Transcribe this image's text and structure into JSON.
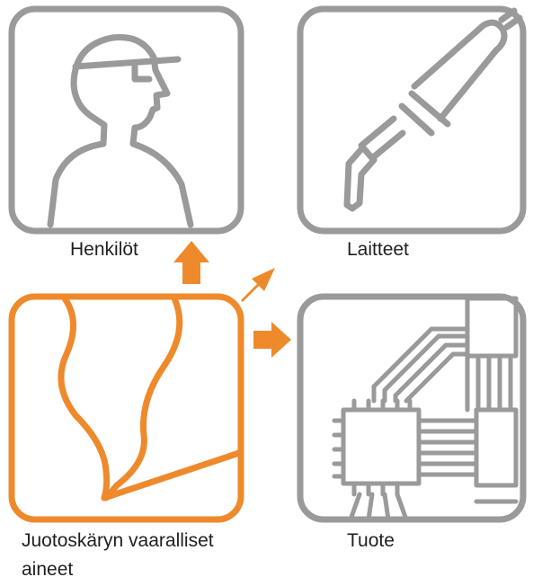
{
  "diagram": {
    "title": "",
    "nodes": [
      {
        "id": "people",
        "label": "Henkilöt",
        "icon": "worker-head-icon",
        "color": "#9a9a9a"
      },
      {
        "id": "equipment",
        "label": "Laitteet",
        "icon": "soldering-iron-icon",
        "color": "#9a9a9a"
      },
      {
        "id": "fumes",
        "label_lines": [
          "Juotoskäryn vaaralliset",
          "aineet"
        ],
        "icon": "fumes-icon",
        "color": "#ee8a2c"
      },
      {
        "id": "product",
        "label": "Tuote",
        "icon": "circuit-board-icon",
        "color": "#9a9a9a"
      }
    ],
    "edges": [
      {
        "from": "fumes",
        "to": "people",
        "icon": "arrow-up-icon"
      },
      {
        "from": "fumes",
        "to": "equipment",
        "icon": "arrow-diagonal-icon"
      },
      {
        "from": "fumes",
        "to": "product",
        "icon": "arrow-right-icon"
      }
    ],
    "colors": {
      "gray": "#9a9a9a",
      "orange": "#ee8a2c"
    }
  }
}
